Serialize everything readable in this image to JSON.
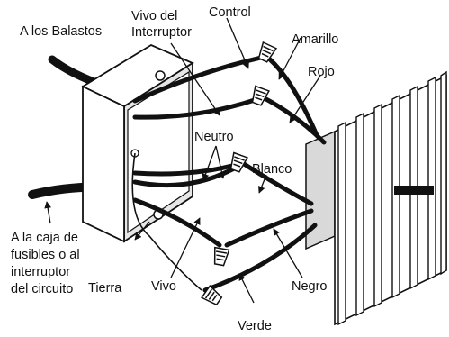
{
  "labels": {
    "a_los_balastos": "A los Balastos",
    "vivo_del_interruptor_1": "Vivo del",
    "vivo_del_interruptor_2": "Interruptor",
    "control": "Control",
    "amarillo": "Amarillo",
    "rojo": "Rojo",
    "neutro": "Neutro",
    "blanco": "Blanco",
    "caja_fusibles_1": "A la caja de",
    "caja_fusibles_2": "fusibles o al",
    "caja_fusibles_3": "interruptor",
    "caja_fusibles_4": "del circuito",
    "tierra": "Tierra",
    "vivo": "Vivo",
    "negro": "Negro",
    "verde": "Verde"
  },
  "colors": {
    "line": "#111111",
    "box_fill": "#ffffff",
    "box_side_shade": "#e6e6e6",
    "ballast_fill": "#ffffff",
    "ballast_shade": "#d9d9d9"
  }
}
